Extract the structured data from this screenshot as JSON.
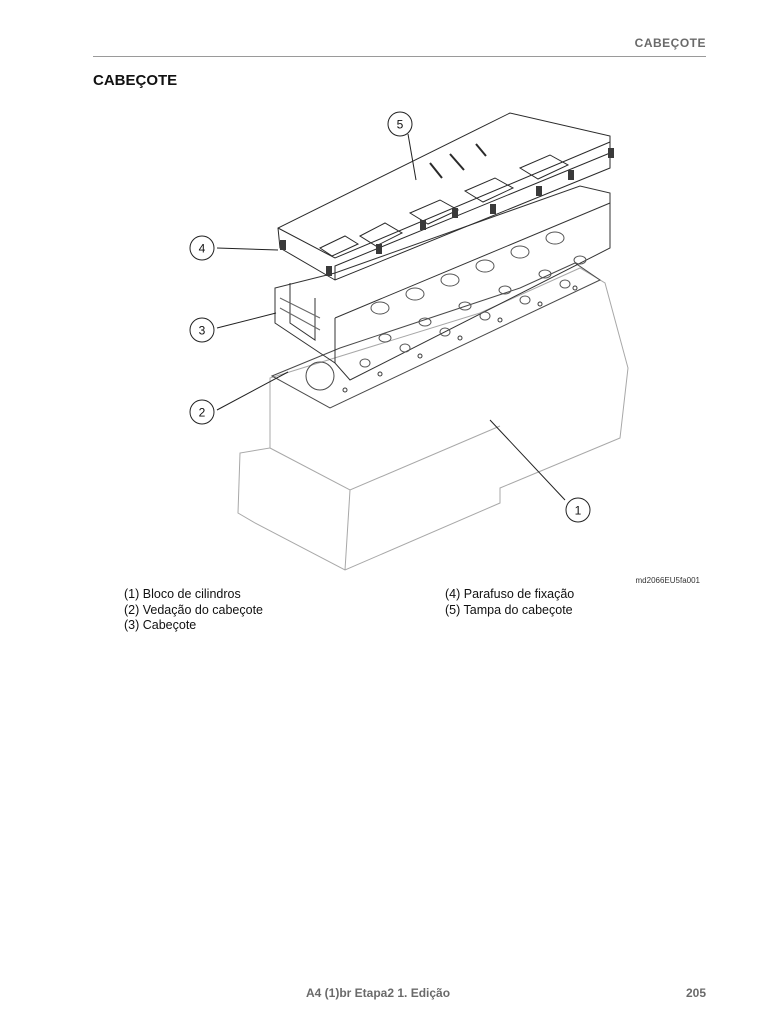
{
  "header": {
    "running_title": "CABEÇOTE"
  },
  "section": {
    "title": "CABEÇOTE"
  },
  "figure": {
    "code": "md2066EU5fa001",
    "callouts": [
      "5",
      "4",
      "3",
      "2",
      "1"
    ]
  },
  "legend": {
    "left": [
      "(1)  Bloco de cilindros",
      "(2)  Vedação do cabeçote",
      "(3)  Cabeçote"
    ],
    "right": [
      "(4)  Parafuso de fixação",
      "(5)  Tampa do cabeçote"
    ]
  },
  "footer": {
    "edition": "A4 (1)br Etapa2   1. Edição",
    "page": "205"
  }
}
